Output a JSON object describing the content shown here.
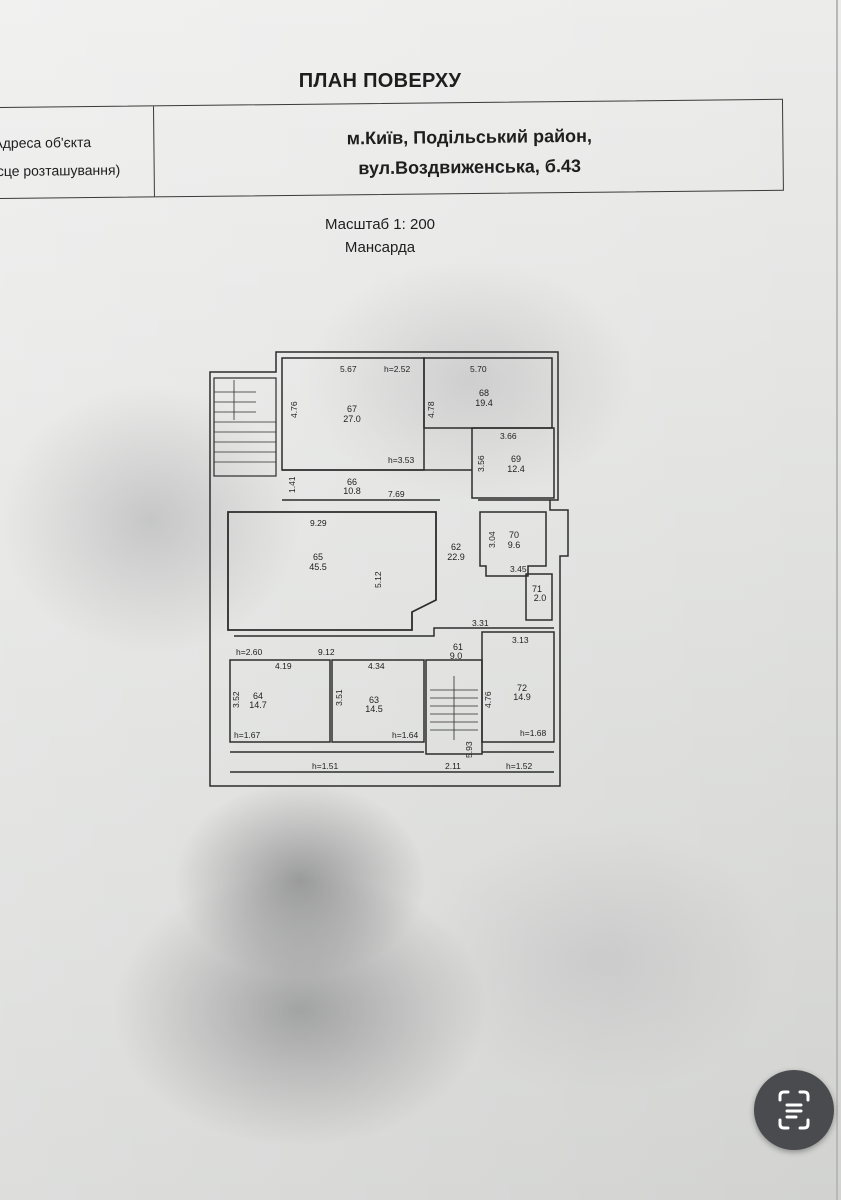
{
  "document": {
    "title": "ПЛАН ПОВЕРХУ",
    "address_label_lines": [
      "Адреса об'єкта",
      "ісце розташування)"
    ],
    "address_value_lines": [
      "м.Київ, Подільський район,",
      "вул.Воздвиженська, б.43"
    ],
    "scale": "Масштаб 1: 200",
    "floor": "Мансарда"
  },
  "plan": {
    "rooms": [
      {
        "num": "67",
        "area": "27.0"
      },
      {
        "num": "68",
        "area": "19.4"
      },
      {
        "num": "69",
        "area": "12.4"
      },
      {
        "num": "66",
        "area": "10.8"
      },
      {
        "num": "65",
        "area": "45.5"
      },
      {
        "num": "62",
        "area": "22.9"
      },
      {
        "num": "70",
        "area": "9.6"
      },
      {
        "num": "71",
        "area": "2.0"
      },
      {
        "num": "61",
        "area": "9.0"
      },
      {
        "num": "64",
        "area": "14.7"
      },
      {
        "num": "63",
        "area": "14.5"
      },
      {
        "num": "72",
        "area": "14.9"
      }
    ],
    "dims": {
      "d567": "5.67",
      "h252": "h=2.52",
      "d570": "5.70",
      "d476a": "4.76",
      "d478": "4.78",
      "d366": "3.66",
      "d356": "3.56",
      "h353": "h=3.53",
      "d141": "1.41",
      "d769": "7.69",
      "d929": "9.29",
      "d512": "5.12",
      "d304": "3.04",
      "d345": "3.45",
      "d331": "3.31",
      "d313": "3.13",
      "h260": "h=2.60",
      "d912": "9.12",
      "d419": "4.19",
      "d434": "4.34",
      "d352": "3.52",
      "d351": "3.51",
      "d476b": "4.76",
      "h167": "h=1.67",
      "h164": "h=1.64",
      "h168": "h=1.68",
      "h151": "h=1.51",
      "d211": "2.11",
      "d593": "5.93",
      "h152": "h=1.52"
    }
  },
  "ui": {
    "scan_button_icon": "text-scan-icon"
  }
}
